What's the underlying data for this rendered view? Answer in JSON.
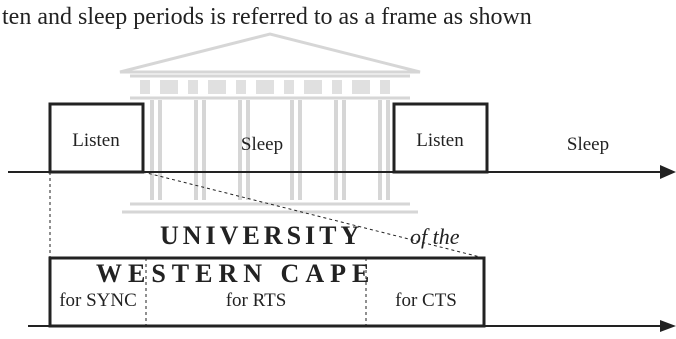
{
  "text": {
    "heading": "ten and sleep periods is referred to as a frame as shown"
  },
  "diagram": {
    "top_timeline": {
      "segments": [
        {
          "label": "Listen",
          "kind": "listen"
        },
        {
          "label": "Sleep",
          "kind": "sleep"
        },
        {
          "label": "Listen",
          "kind": "listen"
        },
        {
          "label": "Sleep",
          "kind": "sleep"
        }
      ]
    },
    "bottom_timeline": {
      "segments": [
        {
          "label": "for SYNC"
        },
        {
          "label": "for RTS"
        },
        {
          "label": "for CTS"
        }
      ]
    }
  },
  "watermark": {
    "line1": "UNIVERSITY",
    "line1_suffix": "of the",
    "line2": "WESTERN CAPE"
  },
  "colors": {
    "stroke": "#222222",
    "watermark": "#d6d6d6"
  }
}
